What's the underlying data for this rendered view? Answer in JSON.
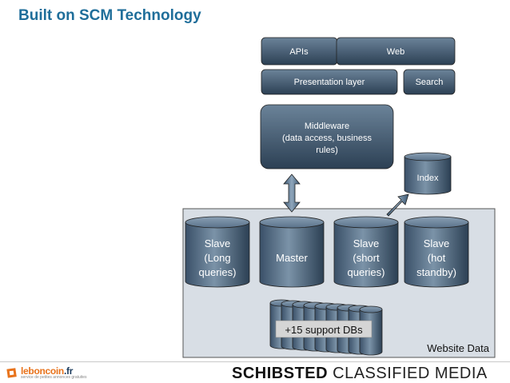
{
  "slide": {
    "title": "Built on SCM Technology"
  },
  "diagram": {
    "apis": "APIs",
    "web": "Web",
    "presentation": "Presentation layer",
    "search": "Search",
    "middleware": [
      "Middleware",
      "(data access, business",
      "rules)"
    ],
    "index": "Index",
    "slave_long": [
      "Slave",
      "(Long",
      "queries)"
    ],
    "master": "Master",
    "slave_short": [
      "Slave",
      "(short",
      "queries)"
    ],
    "slave_hot": [
      "Slave",
      "(hot",
      "standby)"
    ],
    "support_dbs": "+15 support DBs",
    "website_data": "Website Data"
  },
  "footer": {
    "logo_main": "leboncoin",
    "logo_tld": ".fr",
    "logo_tagline": "service de petites annonces gratuites",
    "brand_bold": "SCHIBSTED",
    "brand_light": "CLASSIFIED MEDIA"
  },
  "colors": {
    "title": "#1f6e9a",
    "box_top": "#5f7a93",
    "box_bottom": "#2a3f55",
    "panel": "#d8dee5",
    "arrow": "#4d6a86"
  }
}
